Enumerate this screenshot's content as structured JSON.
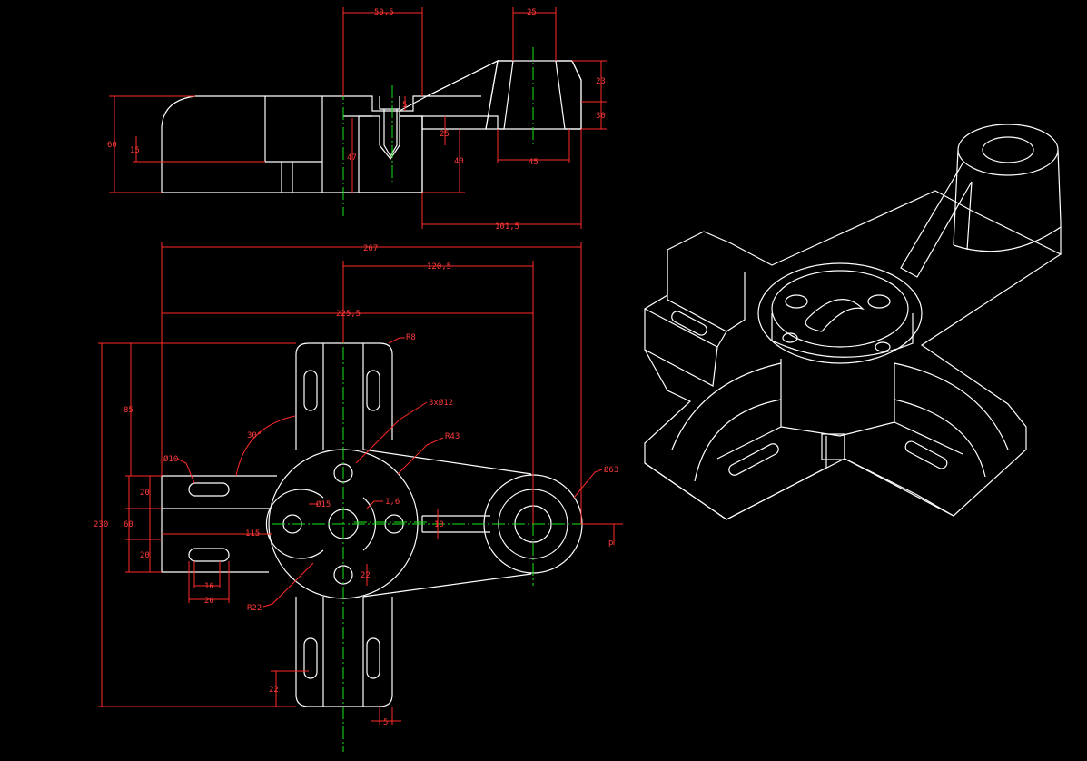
{
  "drawing": {
    "background": "#000000",
    "colors": {
      "geometry": "#ffffff",
      "dimension": "#ff2a2a",
      "centerline": "#19e619",
      "hatch": "#1fb84a"
    },
    "dimensions": {
      "d_50_5": "50,5",
      "d_25": "25",
      "d_23": "23",
      "d_30_r": "30",
      "d_60": "60",
      "d_15": "15",
      "d_47": "47",
      "d_5": "5",
      "d_25b": "25",
      "d_40": "40",
      "d_45": "45",
      "d_101_5": "101,5",
      "d_267": "267",
      "d_120_5": "120,5",
      "d_225_5": "225,5",
      "d_R8": "R8",
      "d_85": "85",
      "d_3x12": "3xØ12",
      "d_R43": "R43",
      "d_30deg": "30°",
      "d_phi10": "Ø10",
      "d_230": "230",
      "d_20a": "20",
      "d_60b": "60",
      "d_20b": "20",
      "d_phi15": "Ø15",
      "d_1_6": "1,6",
      "d_115": "115",
      "d_10": "10",
      "d_phi63": "Ø63",
      "d_p": "p",
      "d_16": "16",
      "d_26": "26",
      "d_22a": "22",
      "d_R22": "R22",
      "d_22b": "22",
      "d_5b": "5"
    }
  }
}
